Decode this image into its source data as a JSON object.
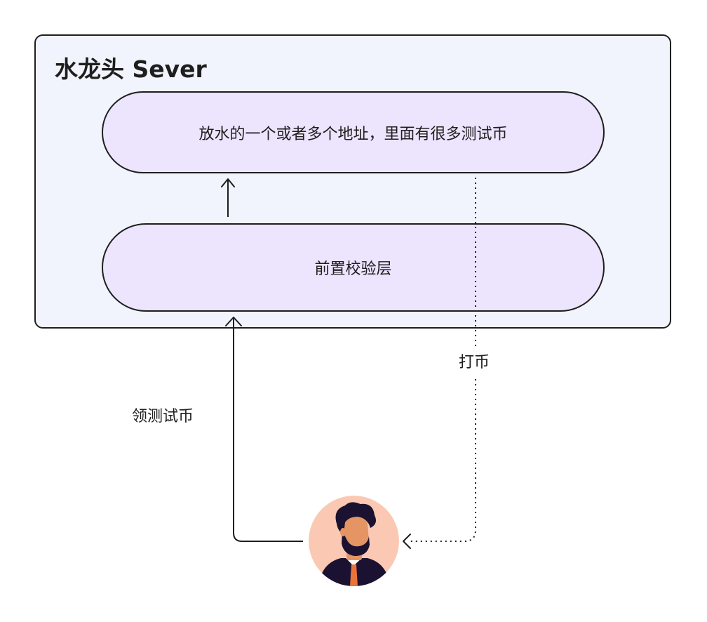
{
  "server": {
    "title": "水龙头 Sever"
  },
  "nodes": {
    "faucet_addresses": "放水的一个或者多个地址，里面有很多测试币",
    "validation_layer": "前置校验层"
  },
  "edges": {
    "send_coins": "打币",
    "claim_coins": "领测试币"
  },
  "colors": {
    "server_bg": "#f1f4fc",
    "node_bg": "#ede4fd",
    "stroke": "#1e1e1e",
    "avatar_bg": "#fbc9b3",
    "skin": "#e49563",
    "tie": "#e8743c"
  }
}
